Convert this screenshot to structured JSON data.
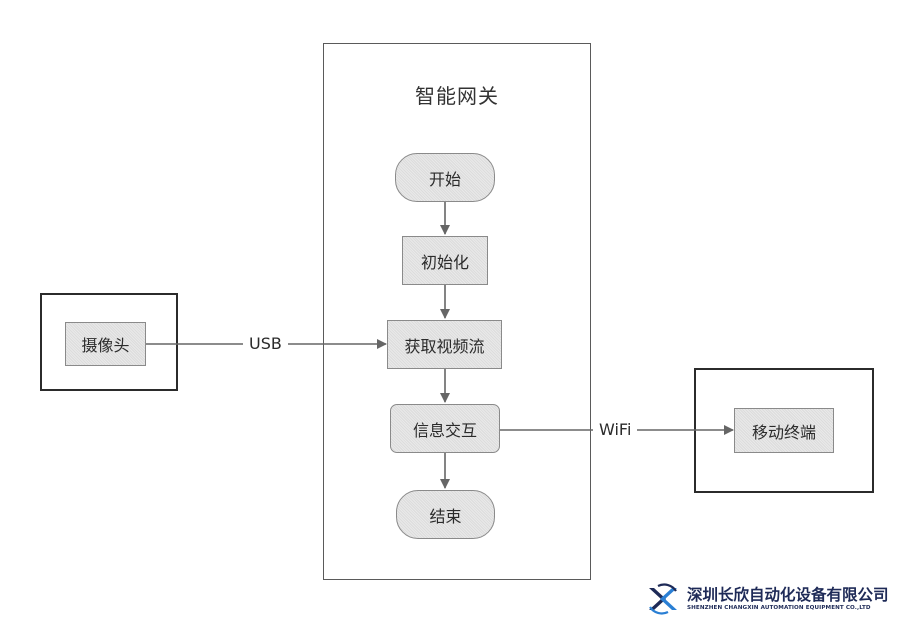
{
  "gateway": {
    "title": "智能网关"
  },
  "flow": {
    "start": "开始",
    "init": "初始化",
    "get_stream": "获取视频流",
    "interaction": "信息交互",
    "end": "结束"
  },
  "camera": {
    "label": "摄像头"
  },
  "mobile": {
    "label": "移动终端"
  },
  "links": {
    "usb": "USB",
    "wifi": "WiFi"
  },
  "company": {
    "name_cn": "深圳长欣自动化设备有限公司",
    "name_en": "SHENZHEN CHANGXIN AUTOMATION EQUIPMENT CO.,LTD",
    "brand_color": "#1e2a57",
    "logo_icon": "chevron-x-logo"
  },
  "colors": {
    "connector": "#666666",
    "node_border": "#8a8a8a",
    "box_border": "#2b2b2b"
  }
}
